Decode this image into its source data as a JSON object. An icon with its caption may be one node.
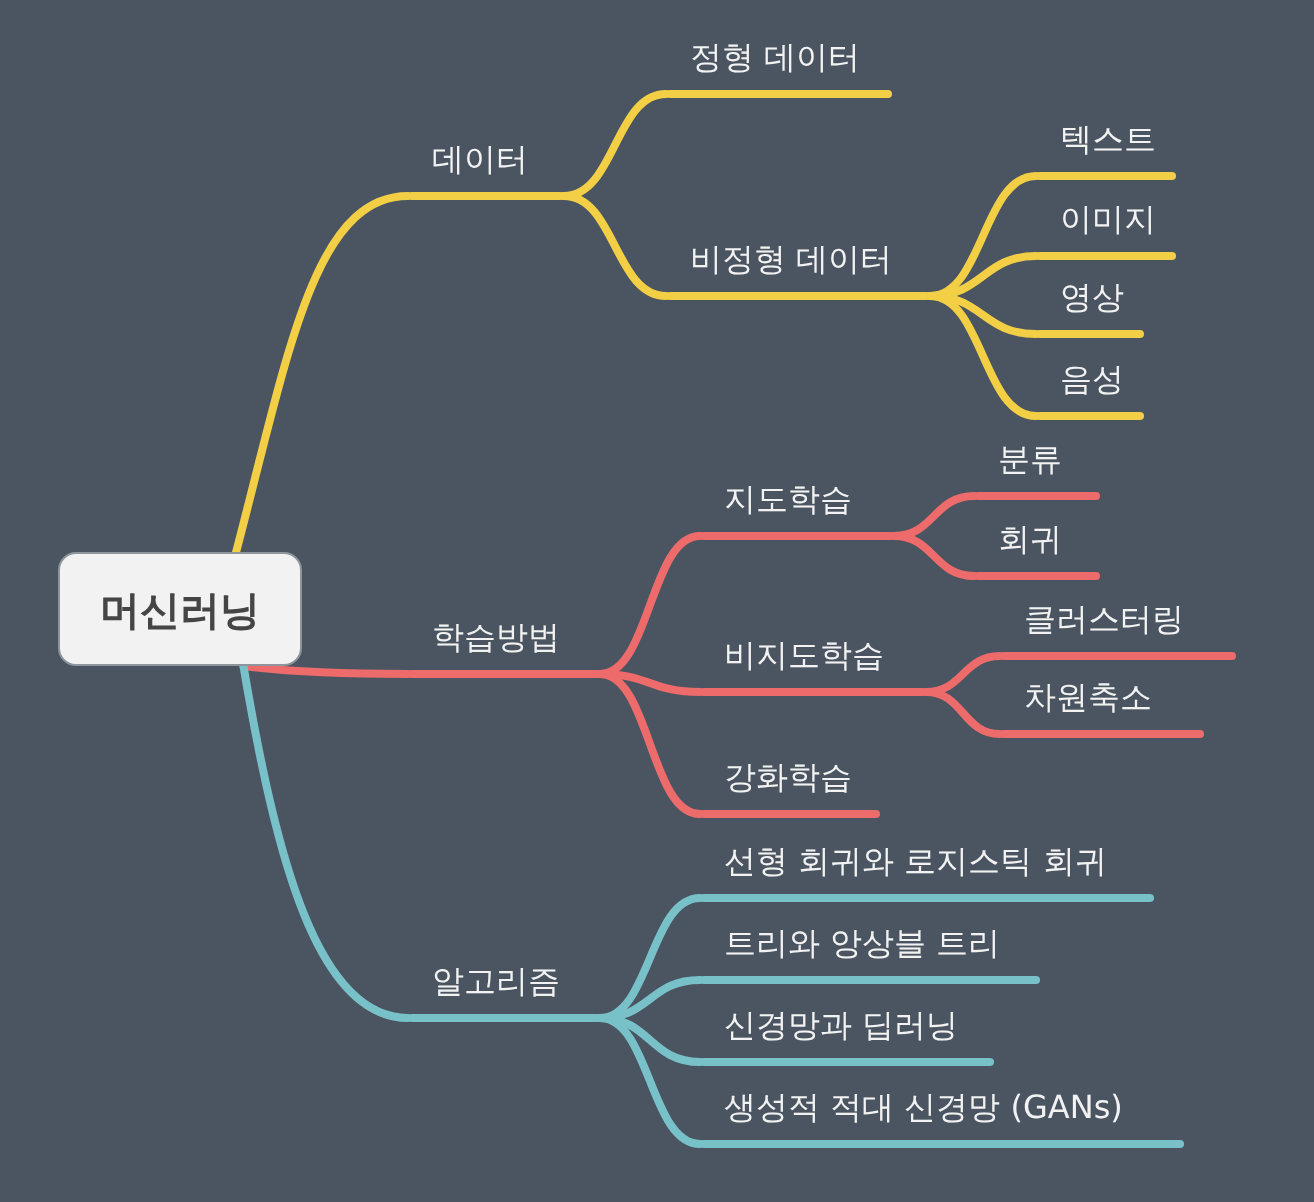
{
  "diagram": {
    "nodes": [
      {
        "text": [
          "머신러닝"
        ]
      },
      {
        "text": [
          "데이터"
        ]
      },
      {
        "text": [
          "정형 데이터"
        ]
      },
      {
        "text": [
          "비정형 데이터"
        ]
      },
      {
        "text": [
          "텍스트"
        ]
      },
      {
        "text": [
          "이미지"
        ]
      },
      {
        "text": [
          "영상"
        ]
      },
      {
        "text": [
          "음성"
        ]
      },
      {
        "text": [
          "학습방법"
        ]
      },
      {
        "text": [
          "지도학습"
        ]
      },
      {
        "text": [
          "분류"
        ]
      },
      {
        "text": [
          "회귀"
        ]
      },
      {
        "text": [
          "비지도학습"
        ]
      },
      {
        "text": [
          "클러스터링"
        ]
      },
      {
        "text": [
          "차원축소"
        ]
      },
      {
        "text": [
          "강화학습"
        ]
      },
      {
        "text": [
          "알고리즘"
        ]
      },
      {
        "text": [
          "선형 회귀와 로지스틱 회귀"
        ]
      },
      {
        "text": [
          "트리와 앙상블 트리"
        ]
      },
      {
        "text": [
          "신경망과 딥러닝"
        ]
      },
      {
        "text": [
          "생성적 적대 신경망 (GANs)"
        ]
      }
    ],
    "edges": [
      {
        "from": 0,
        "to": 1,
        "arrow": "none",
        "color": "#f2cf44"
      },
      {
        "from": 1,
        "to": 2,
        "arrow": "none",
        "color": "#f2cf44"
      },
      {
        "from": 1,
        "to": 3,
        "arrow": "none",
        "color": "#f2cf44"
      },
      {
        "from": 3,
        "to": 4,
        "arrow": "none",
        "color": "#f2cf44"
      },
      {
        "from": 3,
        "to": 5,
        "arrow": "none",
        "color": "#f2cf44"
      },
      {
        "from": 3,
        "to": 6,
        "arrow": "none",
        "color": "#f2cf44"
      },
      {
        "from": 3,
        "to": 7,
        "arrow": "none",
        "color": "#f2cf44"
      },
      {
        "from": 0,
        "to": 8,
        "arrow": "none"
      },
      {
        "from": 8,
        "to": 9,
        "arrow": "none"
      },
      {
        "from": 9,
        "to": 10,
        "arrow": "none"
      },
      {
        "from": 9,
        "to": 11,
        "arrow": "none"
      },
      {
        "from": 8,
        "to": 12,
        "arrow": "none"
      },
      {
        "from": 12,
        "to": 13,
        "arrow": "none"
      },
      {
        "from": 12,
        "to": 14,
        "arrow": "none"
      },
      {
        "from": 8,
        "to": 15,
        "arrow": "none"
      },
      {
        "from": 0,
        "to": 16,
        "arrow": "none",
        "color": "#78c1c8"
      },
      {
        "from": 16,
        "to": 17,
        "arrow": "none",
        "color": "#78c1c8"
      },
      {
        "from": 16,
        "to": 18,
        "arrow": "none",
        "color": "#78c1c8"
      },
      {
        "from": 16,
        "to": 19,
        "arrow": "none",
        "color": "#78c1c8"
      },
      {
        "from": 16,
        "to": 20,
        "arrow": "none",
        "color": "#78c1c8"
      }
    ]
  }
}
